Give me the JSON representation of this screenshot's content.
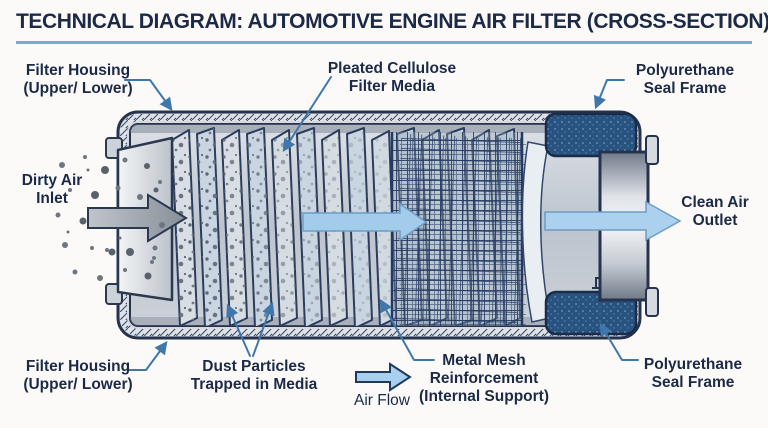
{
  "title": {
    "text": "TECHNICAL DIAGRAM: AUTOMOTIVE ENGINE AIR FILTER (CROSS-SECTION)"
  },
  "labels": {
    "filter_housing_top": {
      "line1": "Filter Housing",
      "line2": "(Upper/ Lower)"
    },
    "pleated_media": {
      "line1": "Pleated Cellulose",
      "line2": "Filter Media"
    },
    "seal_frame_top": {
      "line1": "Polyurethane",
      "line2": "Seal Frame"
    },
    "dirty_air_inlet": {
      "line1": "Dirty Air",
      "line2": "Inlet"
    },
    "clean_air_outlet": {
      "line1": "Clean Air",
      "line2": "Outlet"
    },
    "filter_housing_bottom": {
      "line1": "Filter Housing",
      "line2": "(Upper/ Lower)"
    },
    "dust_particles": {
      "line1": "Dust Particles",
      "line2": "Trapped in Media"
    },
    "air_flow": {
      "text": "Air Flow"
    },
    "metal_mesh": {
      "line1": "Metal Mesh",
      "line2": "Reinforcement",
      "line3": "(Internal Support)"
    },
    "seal_frame_bottom": {
      "line1": "Polyurethane",
      "line2": "Seal Frame"
    }
  },
  "colors": {
    "title_text": "#1c2a47",
    "title_underline": "#7fa9c9",
    "label_text": "#1c2a47",
    "leader_line": "#4077ab",
    "housing_outline": "#25334f",
    "housing_metal": "#d6dade",
    "airflow_arrow_fill": "#a8cfee",
    "dirty_air_arrow_fill": "#9aa2ac",
    "seal_frame_fill": "#28527f",
    "mesh_wire": "#243a63",
    "pleat_fill": "#d6dde3",
    "background": "#fbfaf8"
  }
}
